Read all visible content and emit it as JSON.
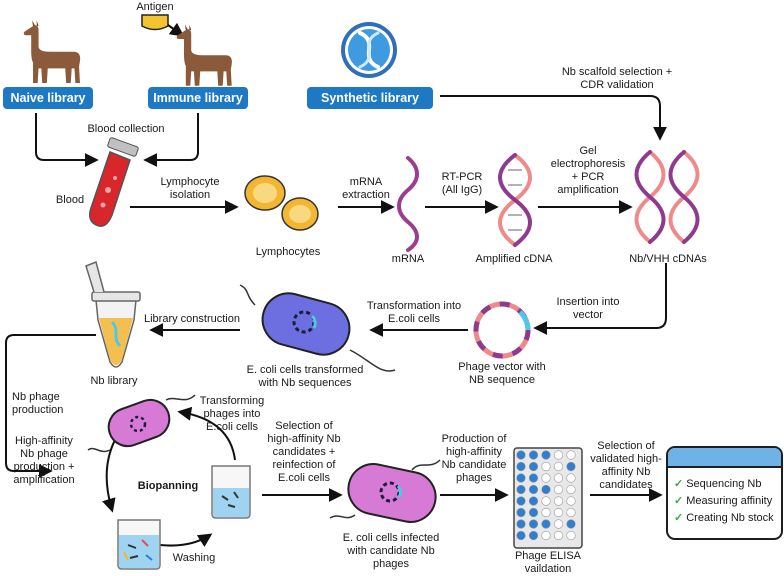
{
  "antigen_label": "Antigen",
  "libraries": {
    "naive": "Naive library",
    "immune": "Immune library",
    "synthetic": "Synthetic library"
  },
  "steps": {
    "blood_collection": "Blood collection",
    "blood": "Blood",
    "lymphocyte_isolation": [
      "Lymphocyte",
      "isolation"
    ],
    "lymphocytes": "Lymphocytes",
    "mrna_extraction": [
      "mRNA",
      "extraction"
    ],
    "mrna": "mRNA",
    "rt_pcr": [
      "RT-PCR",
      "(All IgG)"
    ],
    "amplified_cdna": "Amplified cDNA",
    "gel": [
      "Gel",
      "electrophoresis",
      "+ PCR",
      "amplification"
    ],
    "nb_vhh_cdnas": "Nb/VHH cDNAs",
    "scaffold": [
      "Nb scalfold selection +",
      "CDR validation"
    ],
    "insertion": [
      "Insertion into",
      "vector"
    ],
    "phage_vector": [
      "Phage vector with",
      "NB sequence"
    ],
    "transformation": [
      "Transformation into",
      "E.coli cells"
    ],
    "ecoli_transformed": [
      "E. coli cells transformed",
      "with Nb sequences"
    ],
    "library_construction": "Library construction",
    "nb_library": "Nb library",
    "nb_phage_production": [
      "Nb phage",
      "production"
    ],
    "high_affinity_production": [
      "High-affinity",
      "Nb phage",
      "production +",
      "amplification"
    ],
    "transforming_phages": [
      "Transforming",
      "phages into",
      "E.coli cells"
    ],
    "biopanning": "Biopanning",
    "washing": "Washing",
    "selection_reinfection": [
      "Selection of",
      "high-affinity Nb",
      "candidates +",
      "reinfection of",
      "E.coli cells"
    ],
    "ecoli_infected": [
      "E. coli cells infected",
      "with candidate Nb",
      "phages"
    ],
    "production_candidate": [
      "Production of",
      "high-affinity",
      "Nb candidate",
      "phages"
    ],
    "phage_elisa": [
      "Phage ELISA",
      "vaildation"
    ],
    "selection_validated": [
      "Selection of",
      "validated high-",
      "affinity Nb",
      "candidates"
    ]
  },
  "results": [
    "Sequencing Nb",
    "Measuring affinity",
    "Creating Nb stock"
  ],
  "colors": {
    "button": "#1e79c4",
    "llama": "#8a5a3a",
    "blood": "#d8262b",
    "lymphocyte": "#f2b632",
    "mrna": "#9c3d8f",
    "cdna_pink": "#f08a8a",
    "cdna_purple": "#8e3a8e",
    "bacterium_blue": "#6d6fe0",
    "bacterium_pink": "#d77ad6",
    "elisa_blue": "#2f7fd1",
    "check": "#3aa84a",
    "results_header": "#6fb3e6"
  }
}
